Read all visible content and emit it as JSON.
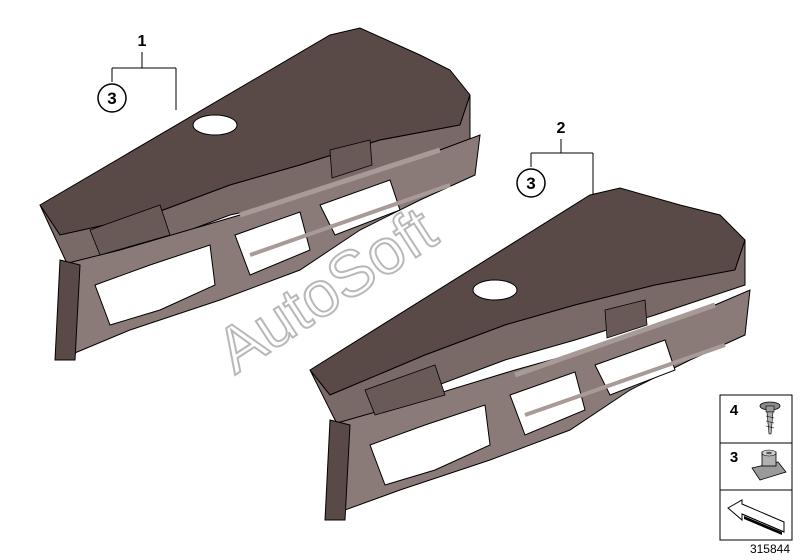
{
  "callouts": {
    "assembly_1": "1",
    "assembly_1_sub": "3",
    "assembly_2": "2",
    "assembly_2_sub": "3"
  },
  "legend": {
    "items": [
      {
        "number": "4",
        "icon": "screw-icon"
      },
      {
        "number": "3",
        "icon": "clip-nut-icon"
      },
      {
        "number": "",
        "icon": "section-arrow-icon"
      }
    ]
  },
  "watermark": "AutoSoft",
  "image_id": "315844",
  "colors": {
    "part_dark": "#5a4a47",
    "part_mid": "#7a6a67",
    "part_light": "#a89a96",
    "line": "#000000",
    "watermark": "#b8b8b8"
  }
}
